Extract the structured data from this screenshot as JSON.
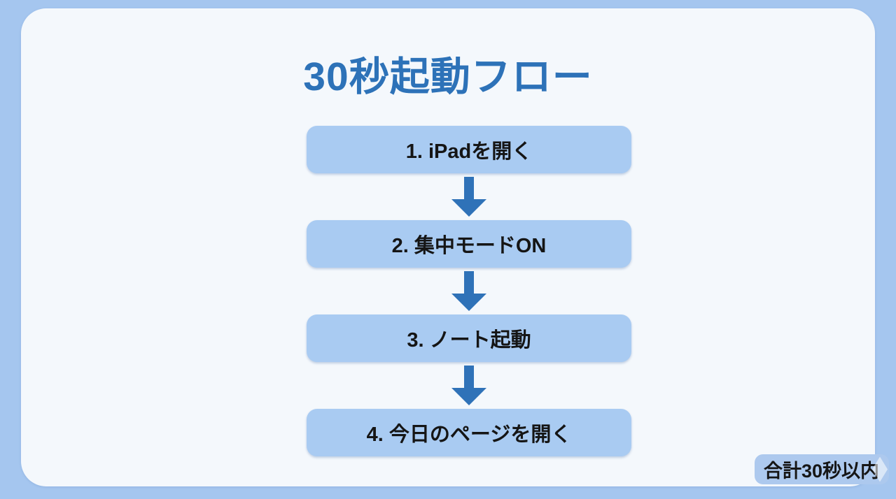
{
  "page": {
    "title": "30秒起動フロー",
    "background_color": "#a5c6ef",
    "card_color": "#f4f8fc",
    "accent_color": "#2d72b8",
    "box_fill_color": "#a9cbf2",
    "box_text_color": "#151515"
  },
  "flow": {
    "steps": [
      {
        "label": "1. iPadを開く"
      },
      {
        "label": "2. 集中モードON"
      },
      {
        "label": "3. ノート起動"
      },
      {
        "label": "4. 今日のページを開く"
      }
    ]
  },
  "badge": {
    "label": "合計30秒以内",
    "fill_color": "#adc9ee"
  },
  "icons": {
    "arrow": "arrow-down-icon",
    "watermark": "diamond-watermark-icon"
  }
}
